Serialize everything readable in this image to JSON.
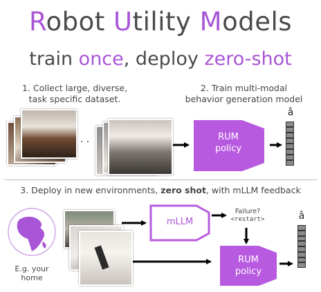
{
  "title": {
    "w1a": "R",
    "w1b": "obot ",
    "w2a": "U",
    "w2b": "tility ",
    "w3a": "M",
    "w3b": "odels"
  },
  "subtitle": {
    "p1": "train ",
    "p2": "once",
    "p3": ", deploy ",
    "p4": "zero-shot"
  },
  "step1": {
    "line1": "1. Collect large, diverse,",
    "line2": "task specific dataset."
  },
  "step2": {
    "line1": "2. Train multi-modal",
    "line2": "behavior generation model"
  },
  "step3": {
    "pre": "3. Deploy in new environments, ",
    "bold": "zero shot",
    "post": ", with mLLM feedback"
  },
  "ellipsis": "· · ·",
  "policy_top": {
    "line1": "RUM",
    "line2": "policy"
  },
  "policy_bottom": {
    "line1": "RUM",
    "line2": "policy"
  },
  "action_top": "â",
  "action_bottom": "â",
  "mllm": "mLLM",
  "failure": "Failure?",
  "restart": "<restart>",
  "home": {
    "line1": "E.g. your",
    "line2": "home"
  },
  "colors": {
    "accent": "#a855d6",
    "text": "#4a4a4a",
    "arrow": "#000000"
  }
}
